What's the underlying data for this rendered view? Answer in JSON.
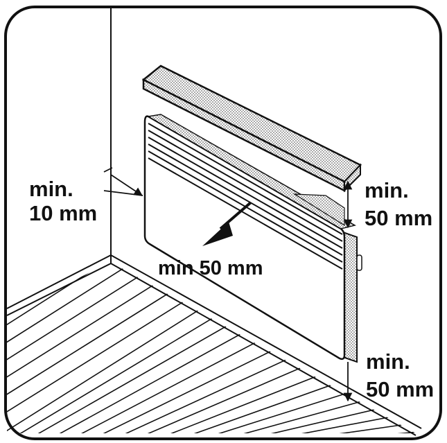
{
  "labels": {
    "side_clearance": {
      "line1": "min.",
      "line2": "10 mm"
    },
    "top_clearance": {
      "line1": "min.",
      "line2": "50 mm"
    },
    "front_clearance": "min 50 mm",
    "floor_clearance": {
      "line1": "min.",
      "line2": "50 mm"
    }
  },
  "colors": {
    "ink": "#111111",
    "background": "#ffffff",
    "dotted_fill": "#d8d8d8"
  }
}
